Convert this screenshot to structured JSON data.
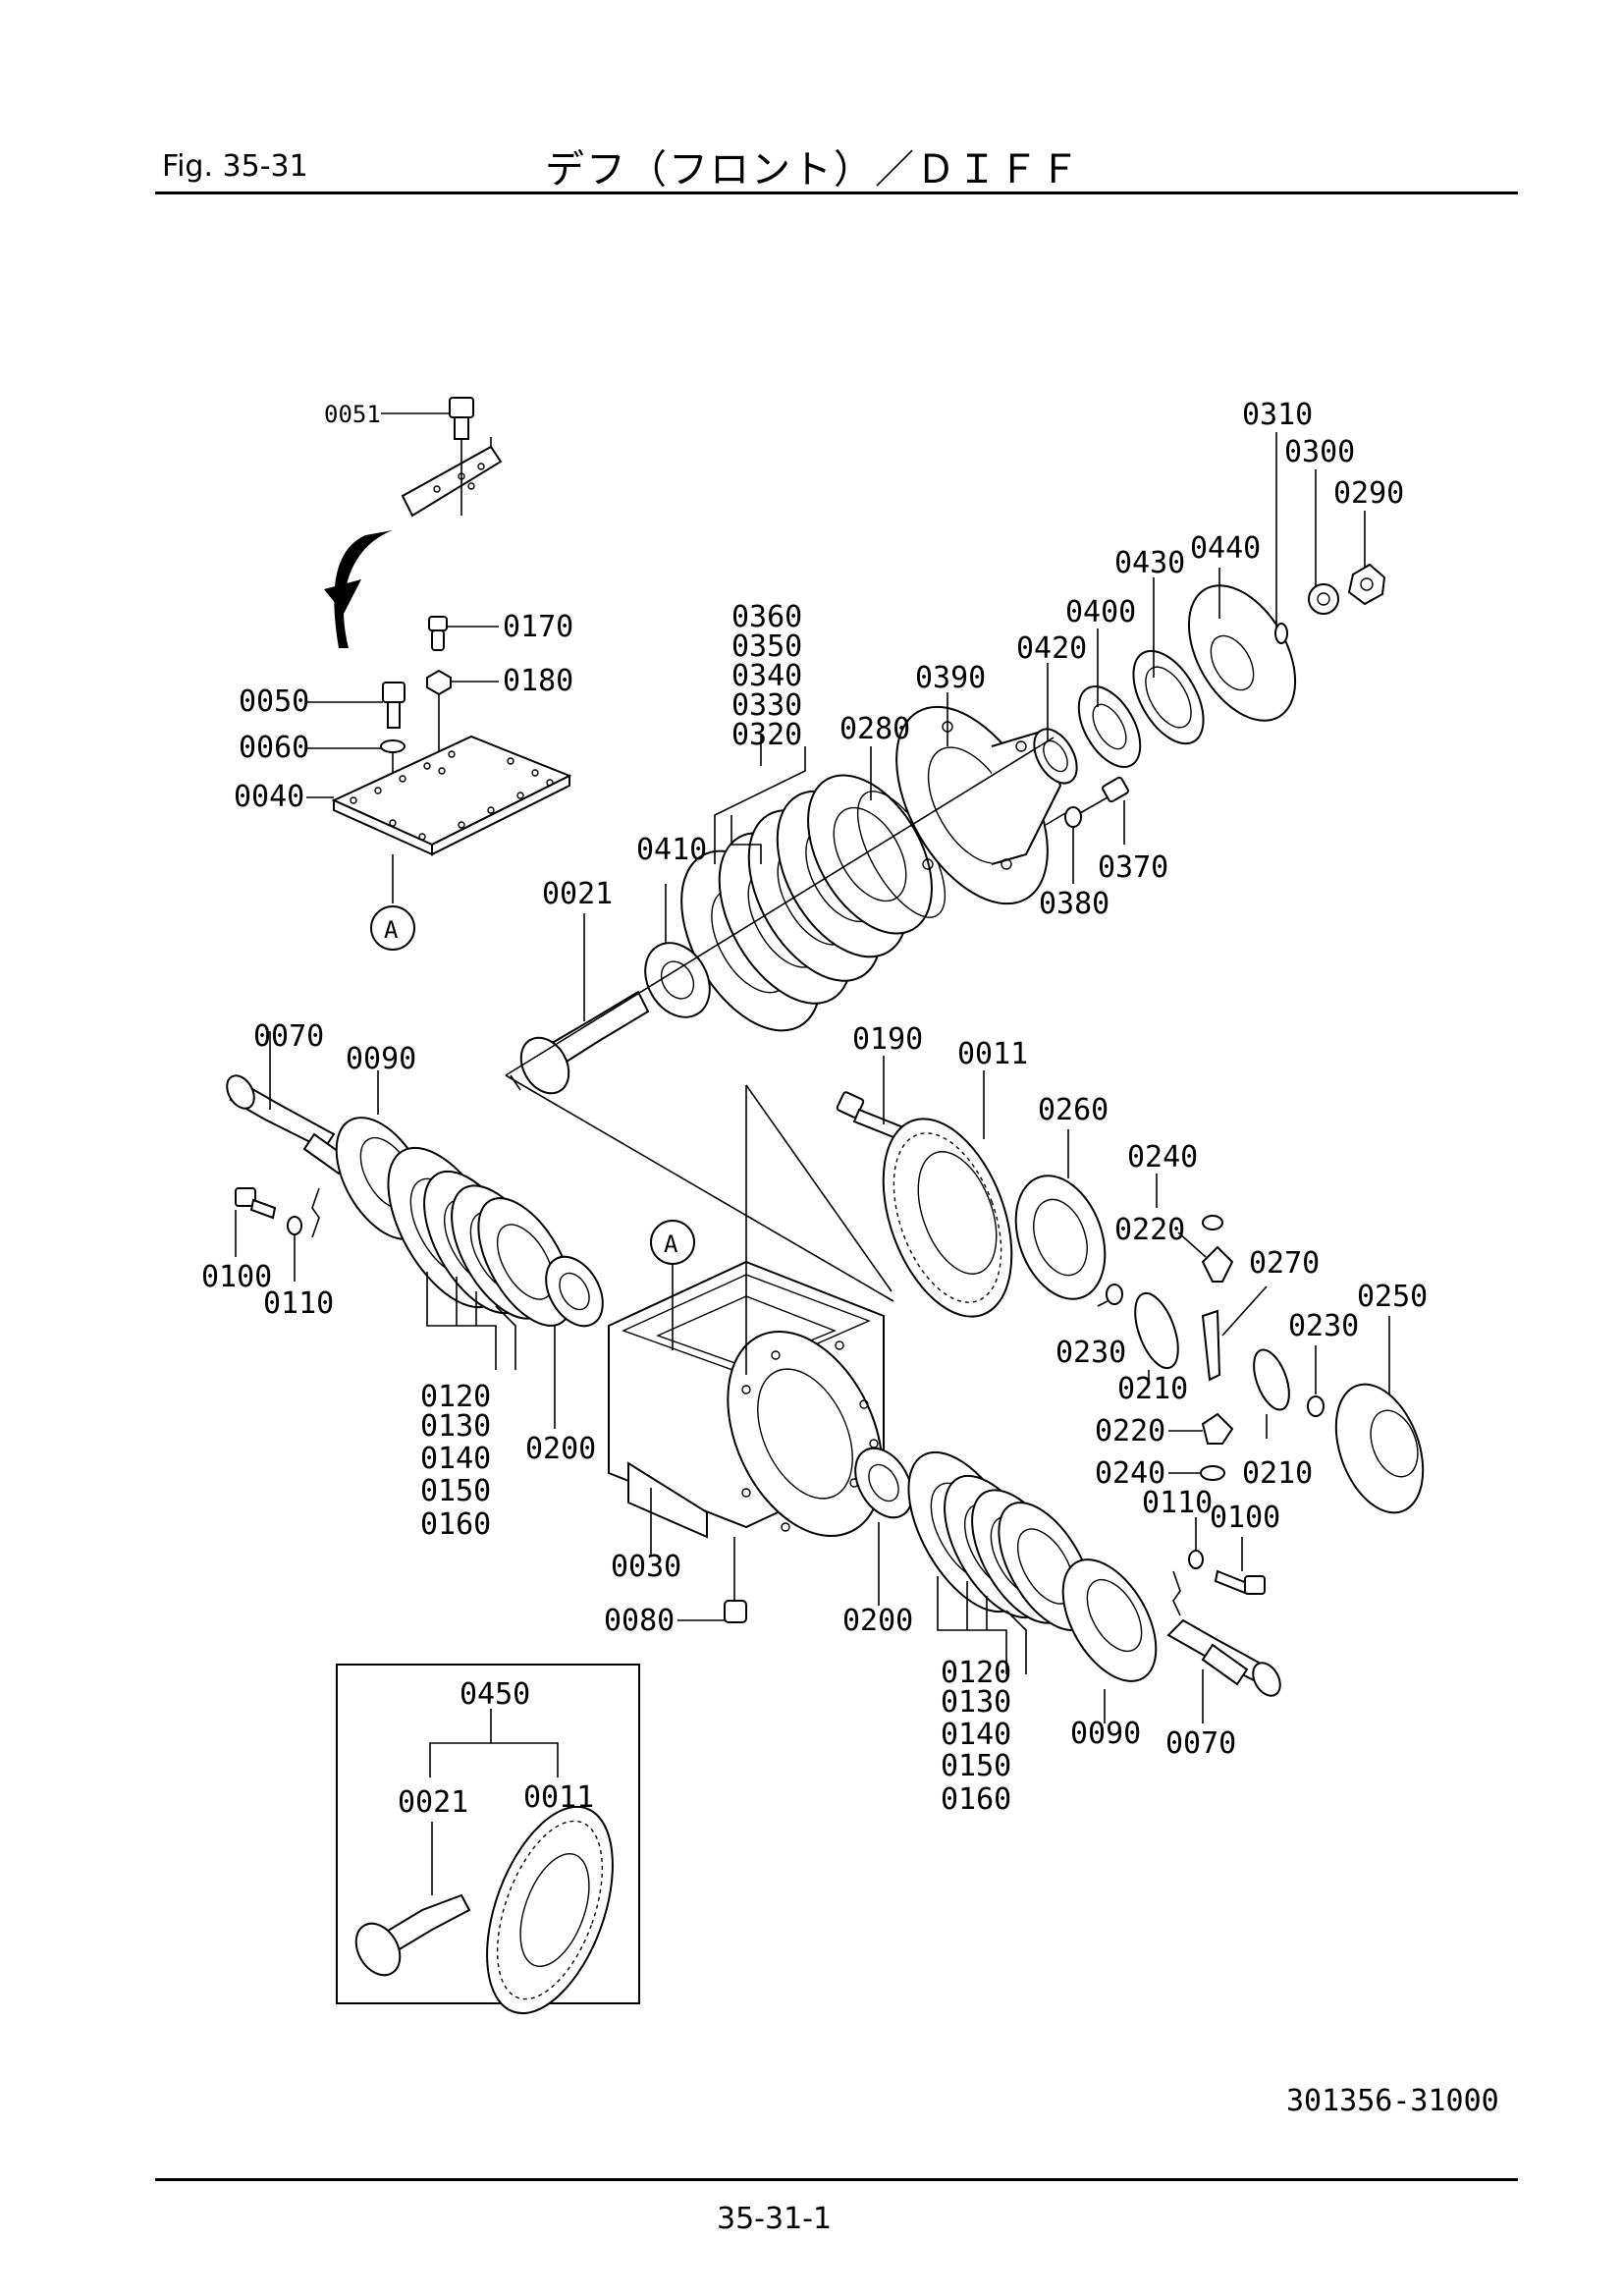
{
  "header": {
    "fig_label": "Fig.  35-31",
    "title": "デフ（フロント）／ＤＩＦＦ"
  },
  "footer": {
    "drawing_number": "301356-31000",
    "page_number": "35-31-1"
  },
  "callouts": {
    "c0051": "0051",
    "c0170": "0170",
    "c0180": "0180",
    "c0050": "0050",
    "c0060": "0060",
    "c0040": "0040",
    "cA1": "A",
    "cA2": "A",
    "c0360": "0360",
    "c0350": "0350",
    "c0340": "0340",
    "c0330": "0330",
    "c0320": "0320",
    "c0280": "0280",
    "c0390": "0390",
    "c0420": "0420",
    "c0400": "0400",
    "c0430": "0430",
    "c0440": "0440",
    "c0310": "0310",
    "c0300": "0300",
    "c0290": "0290",
    "c0410": "0410",
    "c0021": "0021",
    "c0370": "0370",
    "c0380": "0380",
    "c0070a": "0070",
    "c0090a": "0090",
    "c0100a": "0100",
    "c0110a": "0110",
    "c0120a": "0120",
    "c0130a": "0130",
    "c0140a": "0140",
    "c0150a": "0150",
    "c0160a": "0160",
    "c0200a": "0200",
    "c0190": "0190",
    "c0011": "0011",
    "c0260": "0260",
    "c0240a": "0240",
    "c0220a": "0220",
    "c0270": "0270",
    "c0230a": "0230",
    "c0210a": "0210",
    "c0250": "0250",
    "c0230b": "0230",
    "c0220b": "0220",
    "c0240b": "0240",
    "c0210b": "0210",
    "c0110b": "0110",
    "c0100b": "0100",
    "c0030": "0030",
    "c0080": "0080",
    "c0200b": "0200",
    "c0120b": "0120",
    "c0130b": "0130",
    "c0140b": "0140",
    "c0150b": "0150",
    "c0160b": "0160",
    "c0090b": "0090",
    "c0070b": "0070",
    "c0450": "0450",
    "c0021b": "0021",
    "c0011b": "0011"
  }
}
